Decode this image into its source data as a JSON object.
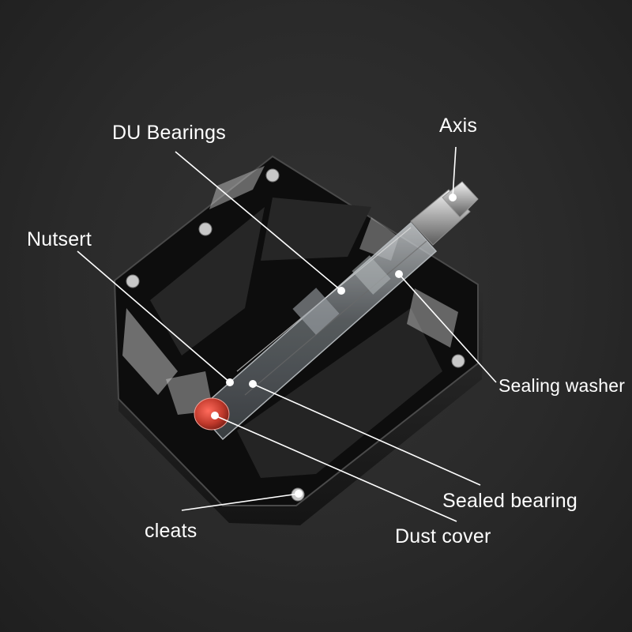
{
  "callouts": {
    "du_bearings": "DU Bearings",
    "axis": "Axis",
    "nutsert": "Nutsert",
    "sealing_washer": "Sealing washer",
    "sealed_bearing": "Sealed bearing",
    "cleats": "cleats",
    "dust_cover": "Dust cover"
  },
  "colors": {
    "background": "#2b2b2b",
    "pedal_body": "#0d0d0d",
    "callout_line": "#ffffff",
    "dust_cover_accent": "#c0392b"
  }
}
